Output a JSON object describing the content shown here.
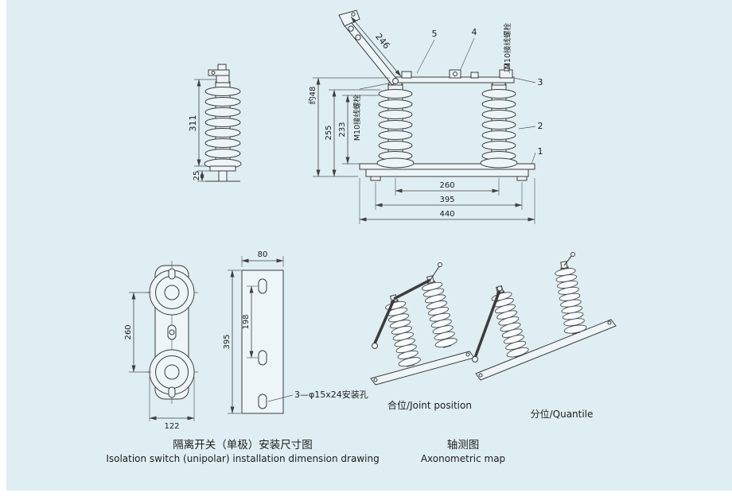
{
  "colors": {
    "background": "#dfeef3",
    "line": "#3c3c3c"
  },
  "front": {
    "dim_246": "246",
    "dim_total": "约48",
    "dim_255": "255",
    "dim_233": "233",
    "dim_260": "260",
    "dim_395": "395",
    "dim_440": "440",
    "m10_left": "M10接线螺栓",
    "m10_right": "M10接线螺栓",
    "callouts": [
      "5",
      "4",
      "3",
      "2",
      "1"
    ]
  },
  "side": {
    "dim_311": "311",
    "dim_25": "25"
  },
  "topview": {
    "dim_260": "260",
    "dim_122": "122"
  },
  "plate": {
    "dim_80": "80",
    "dim_198": "198",
    "dim_395": "395",
    "holes_label": "3—φ15x24安装孔"
  },
  "axon": {
    "closed_label": "合位/Joint position",
    "open_label": "分位/Quantile"
  },
  "captions": {
    "install_zh": "隔离开关（单极）安装尺寸图",
    "install_en": "Isolation switch (unipolar) installation dimension drawing",
    "axon_zh": "轴测图",
    "axon_en": "Axonometric map"
  }
}
